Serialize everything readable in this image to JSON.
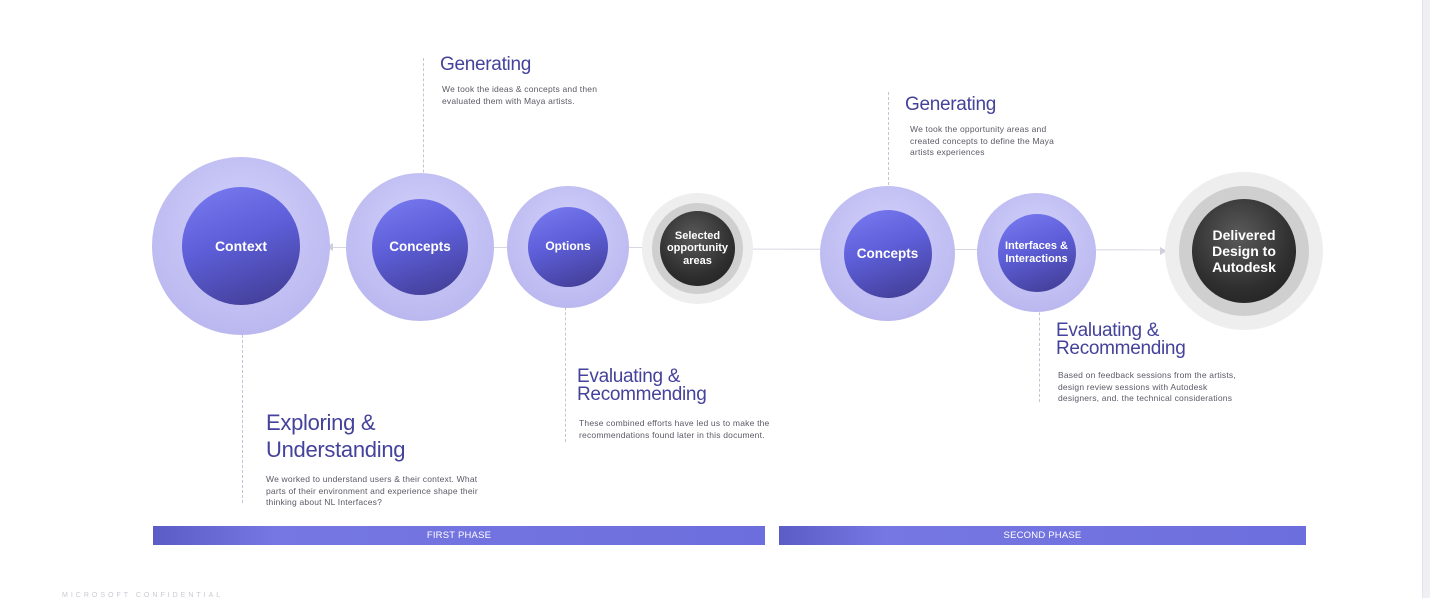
{
  "nodes": {
    "context": "Context",
    "concepts_1": "Concepts",
    "options": "Options",
    "selected": "Selected opportunity areas",
    "concepts_2": "Concepts",
    "interfaces": "Interfaces & Interactions",
    "delivered": "Delivered Design to Autodesk"
  },
  "annotations": {
    "generating_1": {
      "title": "Generating",
      "text": "We took the ideas & concepts and then evaluated them with Maya artists."
    },
    "exploring": {
      "title": "Exploring & Understanding",
      "text": "We worked to understand users & their context. What parts of their environment and experience shape their thinking about NL Interfaces?"
    },
    "evaluating_1": {
      "title": "Evaluating & Recommending",
      "text": "These combined efforts have led us to make the recommendations found later in this document."
    },
    "generating_2": {
      "title": "Generating",
      "text": "We took the opportunity areas and created concepts to define the Maya artists experiences"
    },
    "evaluating_2": {
      "title": "Evaluating & Recommending",
      "text": "Based on feedback sessions from the artists, design review sessions with Autodesk designers, and. the technical considerations"
    }
  },
  "phases": {
    "first": "FIRST PHASE",
    "second": "SECOND PHASE"
  },
  "footer": "MICROSOFT CONFIDENTIAL",
  "colors": {
    "accent": "#6c6edc",
    "heading": "#44429a",
    "ring": "#bcbaf0",
    "dark_core": "#2f2f2f"
  }
}
